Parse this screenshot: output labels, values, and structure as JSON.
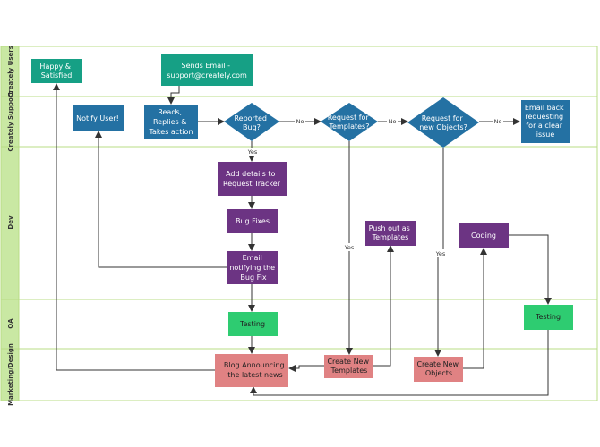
{
  "colors": {
    "lane_border": "#b9dc86",
    "lane_header": "#c9e8a3",
    "teal": "#16a085",
    "blue": "#2471a3",
    "purple": "#6c3483",
    "green": "#2ecc71",
    "pink": "#e08283",
    "line": "#333333"
  },
  "lanes": [
    {
      "id": "users",
      "label": "Creately Users"
    },
    {
      "id": "support",
      "label": "Creately Support"
    },
    {
      "id": "dev",
      "label": "Dev"
    },
    {
      "id": "qa",
      "label": "QA"
    },
    {
      "id": "marketing",
      "label": "Marketing/Design"
    }
  ],
  "nodes": {
    "happy": {
      "lines": [
        "Happy &",
        "Satisfied"
      ],
      "shape": "rect",
      "color": "teal"
    },
    "sends_email": {
      "lines": [
        "Sends Email -",
        "support@creately.com"
      ],
      "shape": "rect",
      "color": "teal"
    },
    "notify_user": {
      "lines": [
        "Notify User!"
      ],
      "shape": "rect",
      "color": "blue"
    },
    "reads": {
      "lines": [
        "Reads,",
        "Replies &",
        "Takes action"
      ],
      "shape": "rect",
      "color": "blue"
    },
    "reported_bug": {
      "lines": [
        "Reported",
        "Bug?"
      ],
      "shape": "diamond",
      "color": "blue"
    },
    "request_templates": {
      "lines": [
        "Request for",
        "Templates?"
      ],
      "shape": "diamond",
      "color": "blue"
    },
    "request_objects": {
      "lines": [
        "Request for",
        "new Objects?"
      ],
      "shape": "diamond",
      "color": "blue"
    },
    "email_back": {
      "lines": [
        "Email back",
        "requesting",
        "for a clear",
        "issue"
      ],
      "shape": "rect",
      "color": "blue"
    },
    "add_details": {
      "lines": [
        "Add details to",
        "Request Tracker"
      ],
      "shape": "rect",
      "color": "purple"
    },
    "bug_fixes": {
      "lines": [
        "Bug Fixes"
      ],
      "shape": "rect",
      "color": "purple"
    },
    "email_fix": {
      "lines": [
        "Email",
        "notifying the",
        "Bug Fix"
      ],
      "shape": "rect",
      "color": "purple"
    },
    "push_out": {
      "lines": [
        "Push out as",
        "Templates"
      ],
      "shape": "rect",
      "color": "purple"
    },
    "coding": {
      "lines": [
        "Coding"
      ],
      "shape": "rect",
      "color": "purple"
    },
    "testing_1": {
      "lines": [
        "Testing"
      ],
      "shape": "rect",
      "color": "green"
    },
    "testing_2": {
      "lines": [
        "Testing"
      ],
      "shape": "rect",
      "color": "green"
    },
    "blog": {
      "lines": [
        "Blog Announcing",
        "the latest news"
      ],
      "shape": "rect",
      "color": "pink"
    },
    "create_templates": {
      "lines": [
        "Create New",
        "Templates"
      ],
      "shape": "rect",
      "color": "pink"
    },
    "create_objects": {
      "lines": [
        "Create New",
        "Objects"
      ],
      "shape": "rect",
      "color": "pink"
    }
  },
  "edge_labels": {
    "no": "No",
    "yes": "Yes"
  }
}
